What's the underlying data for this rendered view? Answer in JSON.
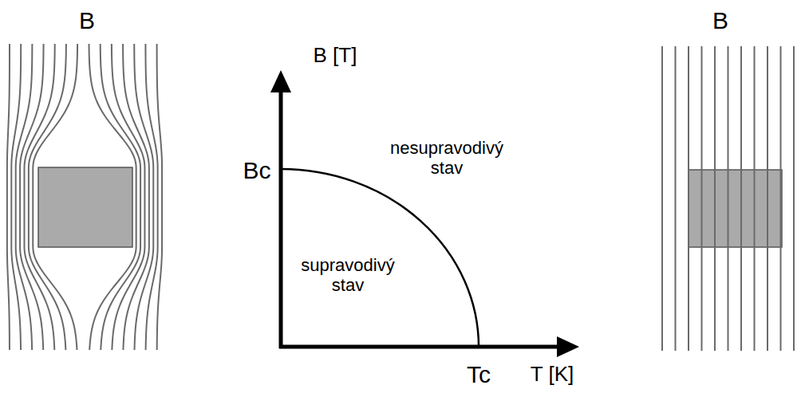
{
  "diagram": {
    "labels": [
      "B",
      "B [T]",
      "Bc",
      "nesupravodivý stav",
      "supravodivý stav",
      "Tc",
      "T [K]",
      "B"
    ]
  }
}
